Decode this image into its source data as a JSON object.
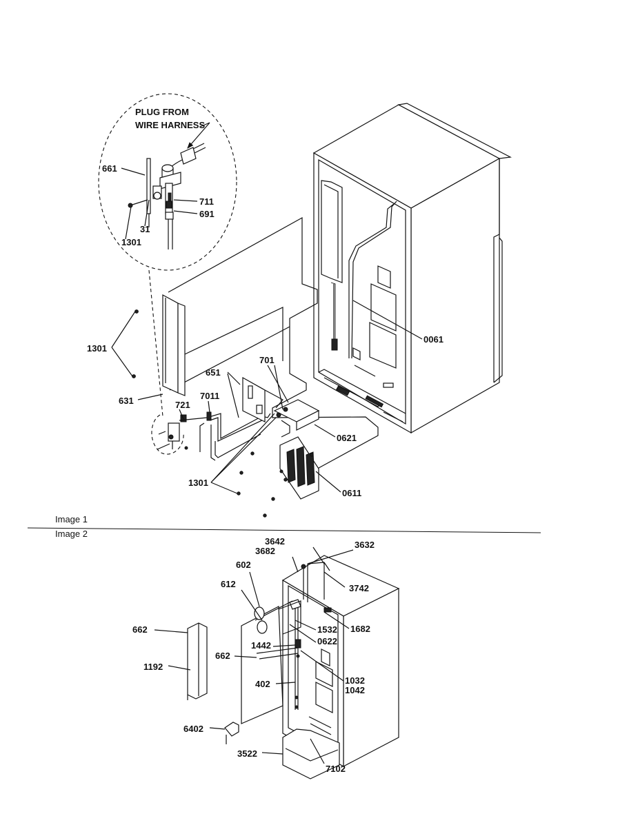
{
  "captions": {
    "image1": "Image 1",
    "image2": "Image 2"
  },
  "callout": {
    "line1": "PLUG FROM",
    "line2": "WIRE HARNESS"
  },
  "labels1": {
    "l661": "661",
    "l711": "711",
    "l691": "691",
    "l31": "31",
    "l1301a": "1301",
    "l1301b": "1301",
    "l1301c": "1301",
    "l0061": "0061",
    "l701": "701",
    "l651": "651",
    "l631": "631",
    "l721": "721",
    "l7011": "7011",
    "l0621": "0621",
    "l0611": "0611"
  },
  "labels2": {
    "l3642": "3642",
    "l3682": "3682",
    "l3632": "3632",
    "l602": "602",
    "l3742": "3742",
    "l612": "612",
    "l662a": "662",
    "l1532": "1532",
    "l1682": "1682",
    "l0622": "0622",
    "l1442": "1442",
    "l662b": "662",
    "l1192": "1192",
    "l1032": "1032",
    "l1042": "1042",
    "l402": "402",
    "l6402": "6402",
    "l3522": "3522",
    "l7102": "7102"
  }
}
